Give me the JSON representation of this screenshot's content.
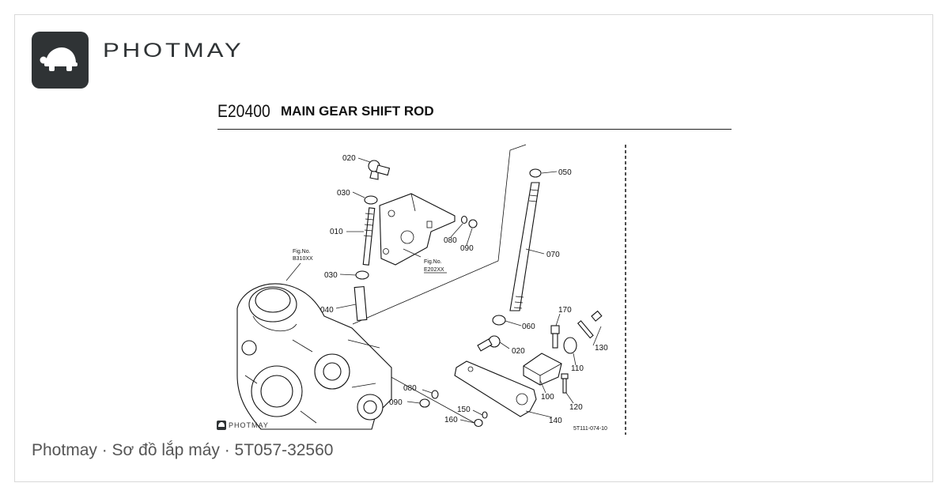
{
  "brand": {
    "name": "PHOTMAY",
    "logo_icon": "turtle-icon",
    "logo_bg": "#2f3335"
  },
  "header": {
    "code": "E20400",
    "title": "MAIN GEAR SHIFT ROD"
  },
  "diagram": {
    "labels": {
      "p020a": "020",
      "p030a": "030",
      "p010": "010",
      "p030b": "030",
      "p040": "040",
      "p080a": "080",
      "p090a": "090",
      "p050": "050",
      "p070": "070",
      "p060": "060",
      "p020b": "020",
      "p170": "170",
      "p130": "130",
      "p110": "110",
      "p100": "100",
      "p120": "120",
      "p140": "140",
      "p080b": "080",
      "p090b": "090",
      "p150": "150",
      "p160": "160"
    },
    "fig_refs": {
      "fig1_label": "Fig.No.",
      "fig1_value": "B310XX",
      "fig2_label": "Fig.No.",
      "fig2_value": "E202XX"
    },
    "drawing_id": "5T111-074-10",
    "watermark": "PHOTMAY"
  },
  "caption": "Photmay · Sơ đồ lắp máy · 5T057-32560"
}
